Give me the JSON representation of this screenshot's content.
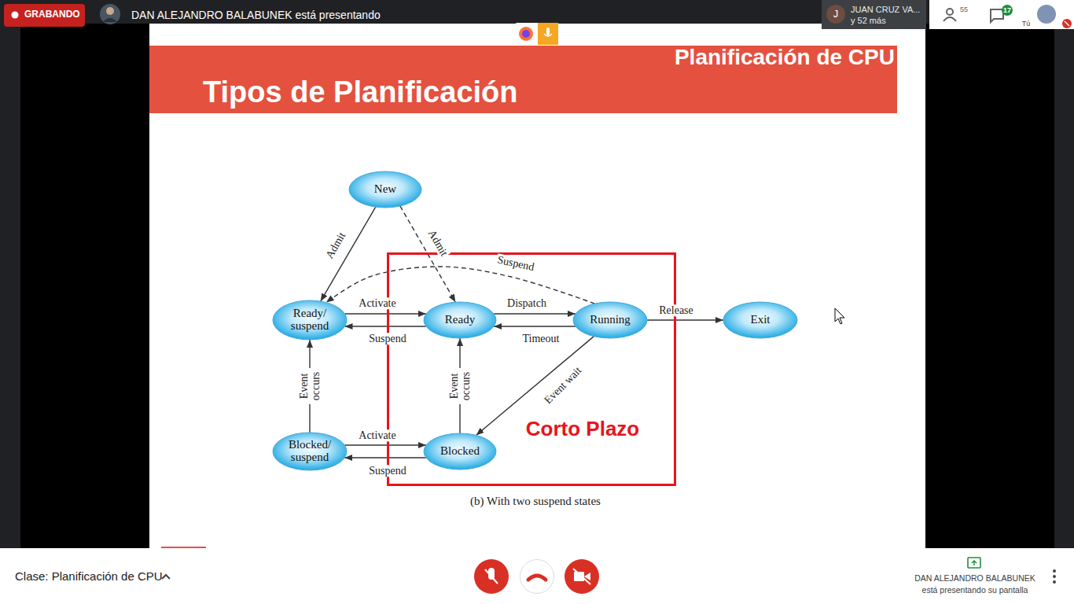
{
  "diagram": {
    "title": "Tipos de Planificación",
    "caption": "(b) With two suspend states",
    "nodes": [
      {
        "text": [
          "New"
        ]
      },
      {
        "text": [
          "Corto Plazo"
        ]
      },
      {
        "text": [
          "Ready/ suspend"
        ]
      },
      {
        "text": [
          "Ready"
        ],
        "in": 1
      },
      {
        "text": [
          "Running"
        ],
        "in": 1
      },
      {
        "text": [
          "Exit"
        ]
      },
      {
        "text": [
          "Blocked/ suspend"
        ]
      },
      {
        "text": [
          "Blocked"
        ],
        "in": 1
      }
    ],
    "edges": [
      {
        "from": 0,
        "to": 2,
        "label": "Admit",
        "arrow": "to"
      },
      {
        "from": 0,
        "to": 3,
        "label": "Admit",
        "arrow": "to"
      },
      {
        "from": 4,
        "to": 2,
        "label": "Suspend",
        "arrow": "to"
      },
      {
        "from": 2,
        "to": 3,
        "label": "Activate",
        "arrow": "to"
      },
      {
        "from": 3,
        "to": 2,
        "label": "Suspend",
        "arrow": "to"
      },
      {
        "from": 3,
        "to": 4,
        "label": "Dispatch",
        "arrow": "to"
      },
      {
        "from": 4,
        "to": 3,
        "label": "Timeout",
        "arrow": "to"
      },
      {
        "from": 4,
        "to": 5,
        "label": "Release",
        "arrow": "to"
      },
      {
        "from": 6,
        "to": 2,
        "label": "Event occurs",
        "arrow": "to"
      },
      {
        "from": 7,
        "to": 3,
        "label": "Event occurs",
        "arrow": "to"
      },
      {
        "from": 4,
        "to": 7,
        "label": "Event wait",
        "arrow": "to"
      },
      {
        "from": 6,
        "to": 7,
        "label": "Activate",
        "arrow": "to"
      },
      {
        "from": 7,
        "to": 6,
        "label": "Suspend",
        "arrow": "to"
      }
    ],
    "labels": [
      "GRABANDO",
      "DAN ALEJANDRO BALABUNEK está presentando",
      "J",
      "JUAN CRUZ VA...",
      "y 52 más",
      "55",
      "17",
      "Tú",
      "Planificación de CPU",
      "Clase: Planificación de CPU",
      "DAN ALEJANDRO BALABUNEK",
      "está presentando su pantalla"
    ]
  }
}
